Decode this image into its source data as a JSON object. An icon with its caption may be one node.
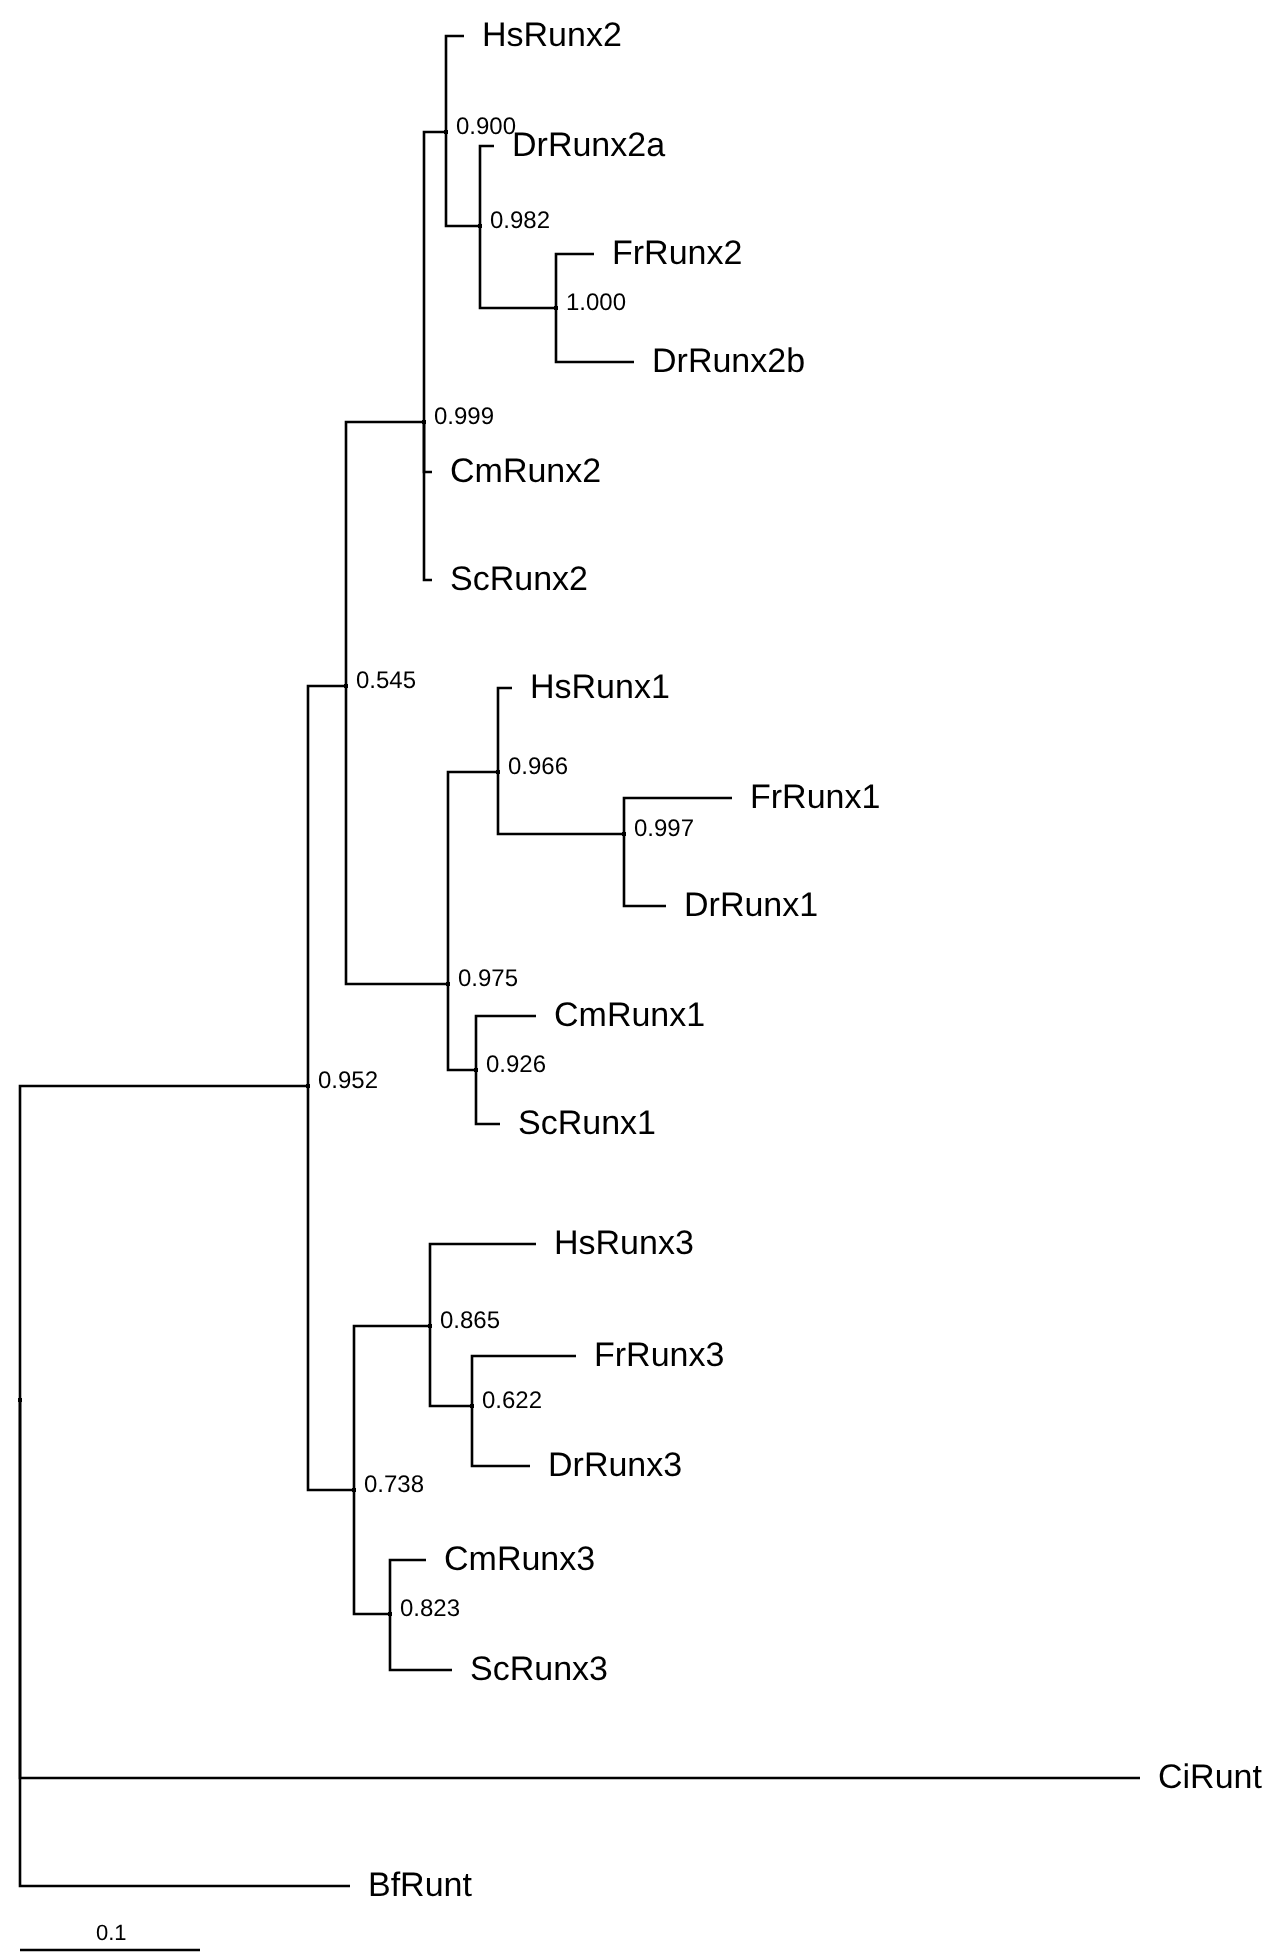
{
  "diagram": {
    "nodes": [
      {
        "text": [],
        "shape": "point"
      },
      {
        "text": [],
        "shape": "point",
        "beside": [
          "0.952"
        ]
      },
      {
        "text": [],
        "shape": "point",
        "beside": [
          "0.545"
        ]
      },
      {
        "text": [],
        "shape": "point",
        "beside": [
          "0.999"
        ]
      },
      {
        "text": [],
        "shape": "point",
        "beside": [
          "0.900"
        ]
      },
      {
        "text": [
          "HsRunx2"
        ]
      },
      {
        "text": [],
        "shape": "point",
        "beside": [
          "0.982"
        ]
      },
      {
        "text": [
          "DrRunx2a"
        ]
      },
      {
        "text": [],
        "shape": "point",
        "beside": [
          "1.000"
        ]
      },
      {
        "text": [
          "FrRunx2"
        ]
      },
      {
        "text": [
          "DrRunx2b"
        ]
      },
      {
        "text": [
          "CmRunx2"
        ]
      },
      {
        "text": [
          "ScRunx2"
        ]
      },
      {
        "text": [],
        "shape": "point",
        "beside": [
          "0.975"
        ]
      },
      {
        "text": [],
        "shape": "point",
        "beside": [
          "0.966"
        ]
      },
      {
        "text": [
          "HsRunx1"
        ]
      },
      {
        "text": [],
        "shape": "point",
        "beside": [
          "0.997"
        ]
      },
      {
        "text": [
          "FrRunx1"
        ]
      },
      {
        "text": [
          "DrRunx1"
        ]
      },
      {
        "text": [],
        "shape": "point",
        "beside": [
          "0.926"
        ]
      },
      {
        "text": [
          "CmRunx1"
        ]
      },
      {
        "text": [
          "ScRunx1"
        ]
      },
      {
        "text": [],
        "shape": "point",
        "beside": [
          "0.738"
        ]
      },
      {
        "text": [],
        "shape": "point",
        "beside": [
          "0.865"
        ]
      },
      {
        "text": [
          "HsRunx3"
        ]
      },
      {
        "text": [],
        "shape": "point",
        "beside": [
          "0.622"
        ]
      },
      {
        "text": [
          "FrRunx3"
        ]
      },
      {
        "text": [
          "DrRunx3"
        ]
      },
      {
        "text": [],
        "shape": "point",
        "beside": [
          "0.823"
        ]
      },
      {
        "text": [
          "CmRunx3"
        ]
      },
      {
        "text": [
          "ScRunx3"
        ]
      },
      {
        "text": [
          "CiRunt"
        ]
      },
      {
        "text": [
          "BfRunt"
        ]
      }
    ],
    "edges": [
      {
        "from": 0,
        "to": 1,
        "arrow": "none"
      },
      {
        "from": 0,
        "to": 31,
        "arrow": "none"
      },
      {
        "from": 0,
        "to": 32,
        "arrow": "none"
      },
      {
        "from": 1,
        "to": 2,
        "arrow": "none"
      },
      {
        "from": 1,
        "to": 22,
        "arrow": "none"
      },
      {
        "from": 2,
        "to": 3,
        "arrow": "none"
      },
      {
        "from": 2,
        "to": 13,
        "arrow": "none"
      },
      {
        "from": 3,
        "to": 4,
        "arrow": "none"
      },
      {
        "from": 3,
        "to": 11,
        "arrow": "none"
      },
      {
        "from": 3,
        "to": 12,
        "arrow": "none"
      },
      {
        "from": 4,
        "to": 5,
        "arrow": "none"
      },
      {
        "from": 4,
        "to": 6,
        "arrow": "none"
      },
      {
        "from": 6,
        "to": 7,
        "arrow": "none"
      },
      {
        "from": 6,
        "to": 8,
        "arrow": "none"
      },
      {
        "from": 8,
        "to": 9,
        "arrow": "none"
      },
      {
        "from": 8,
        "to": 10,
        "arrow": "none"
      },
      {
        "from": 13,
        "to": 14,
        "arrow": "none"
      },
      {
        "from": 13,
        "to": 19,
        "arrow": "none"
      },
      {
        "from": 14,
        "to": 15,
        "arrow": "none"
      },
      {
        "from": 14,
        "to": 16,
        "arrow": "none"
      },
      {
        "from": 16,
        "to": 17,
        "arrow": "none"
      },
      {
        "from": 16,
        "to": 18,
        "arrow": "none"
      },
      {
        "from": 19,
        "to": 20,
        "arrow": "none"
      },
      {
        "from": 19,
        "to": 21,
        "arrow": "none"
      },
      {
        "from": 22,
        "to": 23,
        "arrow": "none"
      },
      {
        "from": 22,
        "to": 28,
        "arrow": "none"
      },
      {
        "from": 23,
        "to": 24,
        "arrow": "none"
      },
      {
        "from": 23,
        "to": 25,
        "arrow": "none"
      },
      {
        "from": 25,
        "to": 26,
        "arrow": "none"
      },
      {
        "from": 25,
        "to": 27,
        "arrow": "none"
      },
      {
        "from": 28,
        "to": 29,
        "arrow": "none"
      },
      {
        "from": 28,
        "to": 30,
        "arrow": "none"
      }
    ],
    "labels": [
      "0.1"
    ]
  }
}
